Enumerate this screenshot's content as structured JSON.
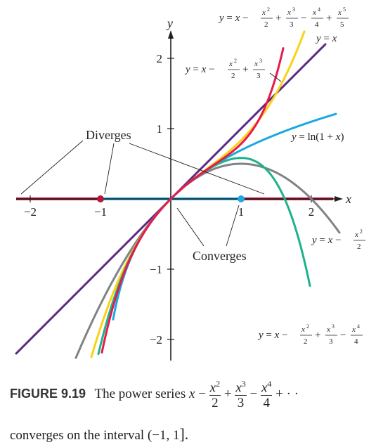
{
  "chart_data": {
    "type": "line",
    "xlabel": "x",
    "ylabel": "y",
    "xlim": [
      -2.2,
      2.45
    ],
    "ylim": [
      -2.3,
      2.4
    ],
    "xticks": [
      {
        "v": -2,
        "label": "−2"
      },
      {
        "v": -1,
        "label": "−1"
      },
      {
        "v": 1,
        "label": "1"
      },
      {
        "v": 2,
        "label": "2"
      }
    ],
    "yticks": [
      {
        "v": -2,
        "label": "−2"
      },
      {
        "v": -1,
        "label": "−1"
      },
      {
        "v": 1,
        "label": "1"
      },
      {
        "v": 2,
        "label": "2"
      }
    ],
    "series": [
      {
        "name": "y = x",
        "color": "#5b2a86",
        "x_range": [
          -2.2,
          2.2
        ],
        "coefficients": [
          1
        ]
      },
      {
        "name": "y = ln(1 + x)",
        "color": "#1aa9e0",
        "x_range": [
          -0.82,
          2.35
        ],
        "function": "ln(1+x)"
      },
      {
        "name": "y = x − x²/2",
        "color": "#808285",
        "x_range": [
          -1.35,
          2.4
        ],
        "coefficients": [
          1,
          -0.5
        ]
      },
      {
        "name": "y = x − x²/2 + x³/3",
        "color": "#fcd116",
        "x_range": [
          -1.13,
          1.9
        ],
        "coefficients": [
          1,
          -0.5,
          0.3333
        ]
      },
      {
        "name": "y = x − x²/2 + x³/3 − x⁴/4",
        "color": "#1cb38a",
        "x_range": [
          -1.03,
          1.98
        ],
        "coefficients": [
          1,
          -0.5,
          0.3333,
          -0.25
        ]
      },
      {
        "name": "y = x − x²/2 + x³/3 − x⁴/4 + x⁵/5",
        "color": "#e8194d",
        "x_range": [
          -0.98,
          1.6
        ],
        "coefficients": [
          1,
          -0.5,
          0.3333,
          -0.25,
          0.2
        ]
      }
    ],
    "interval": {
      "from": -1,
      "to": 1,
      "open_left": true,
      "closed_right": true
    },
    "annotations": {
      "diverges": "Diverges",
      "converges": "Converges"
    }
  },
  "caption": {
    "label": "FIGURE 9.19",
    "text": "The power series",
    "line2_a": "converges on the interval (−1, 1",
    "line2_b": "]."
  },
  "colors": {
    "axis": "#231f20",
    "diverge": "#b5173c",
    "converge": "#1aa9e0"
  }
}
